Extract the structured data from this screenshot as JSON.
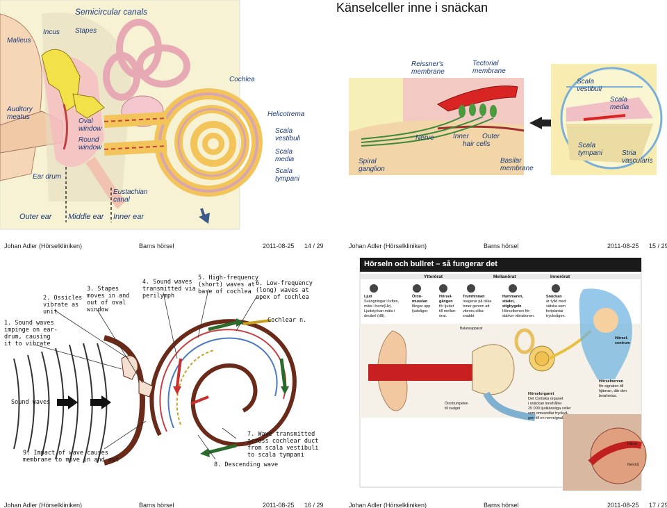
{
  "slides": [
    {
      "title": "",
      "labels": {
        "semicircular": "Semicircular canals",
        "malleus": "Malleus",
        "incus": "Incus",
        "stapes": "Stapes",
        "cochlea": "Cochlea",
        "auditory": "Auditory",
        "meatus": "meatus",
        "oval": "Oval",
        "window1": "window",
        "round": "Round",
        "window2": "window",
        "helicotrema": "Helicotrema",
        "scala_v1": "Scala",
        "scala_v2": "vestibuli",
        "scala_m1": "Scala",
        "scala_m2": "media",
        "scala_t1": "Scala",
        "scala_t2": "tympani",
        "eardrum": "Ear drum",
        "eustachian1": "Eustachian",
        "eustachian2": "canal",
        "outer": "Outer ear",
        "middle": "Middle ear",
        "inner": "Inner ear"
      },
      "footer": {
        "author": "Johan Adler (Hörselkliniken)",
        "course": "Barns hörsel",
        "date": "2011-08-25",
        "page": "14 / 29"
      }
    },
    {
      "title": "Känselceller inne i snäckan",
      "labels": {
        "reissner1": "Reissner's",
        "reissner2": "membrane",
        "tectorial1": "Tectorial",
        "tectorial2": "membrane",
        "scala_v1": "Scala",
        "scala_v2": "vestibuli",
        "scala_m1": "Scala",
        "scala_m2": "media",
        "nerve": "Nerve",
        "inner": "Inner",
        "outer": "Outer",
        "haircells": "hair cells",
        "scala_t1": "Scala",
        "scala_t2": "tympani",
        "stria1": "Stria",
        "stria2": "vascularis",
        "spiral1": "Spiral",
        "spiral2": "ganglion",
        "basilar1": "Basilar",
        "basilar2": "membrane"
      },
      "footer": {
        "author": "Johan Adler (Hörselkliniken)",
        "course": "Barns hörsel",
        "date": "2011-08-25",
        "page": "15 / 29"
      }
    },
    {
      "labels": {
        "s1a": "1. Sound waves",
        "s1b": "impinge on ear-",
        "s1c": "drum, causing",
        "s1d": "it to vibrate",
        "s2a": "2. Ossicles",
        "s2b": "vibrate as",
        "s2c": "unit",
        "s3a": "3. Stapes",
        "s3b": "moves in and",
        "s3c": "out of oval",
        "s3d": "window",
        "s4a": "4. Sound waves",
        "s4b": "transmitted via",
        "s4c": "perilymph",
        "s5a": "5. High-frequency",
        "s5b": "(short) waves at",
        "s5c": "base of cochlea",
        "s6a": "6. Low-frequency",
        "s6b": "(long) waves at",
        "s6c": "apex of cochlea",
        "cochlear": "Cochlear n.",
        "soundwaves": "Sound waves",
        "s7a": "7. Wave transmitted",
        "s7b": "across cochlear duct",
        "s7c": "from scala vestibuli",
        "s7d": "to scala tympani",
        "s8": "8. Descending wave",
        "s9a": "9. Impact of wave causes",
        "s9b": "membrane to move in and out"
      },
      "footer": {
        "author": "Johan Adler (Hörselkliniken)",
        "course": "Barns hörsel",
        "date": "2011-08-25",
        "page": "16 / 29"
      }
    },
    {
      "labels": {
        "poster_title": "Hörseln och bullret – så fungerar det",
        "ytteroret": "Ytterörat",
        "mellanoret": "Mellanörat",
        "inneroret": "Innerörat",
        "c1_head": "Ljud",
        "c1_a": "Svängningar i luften,",
        "c1_b": "mäts i hertz(Hz).",
        "c1_c": "Ljudstyrkan mäts i",
        "c1_d": "decibel (dB).",
        "c2_head": "Öron-",
        "c2_head2": "musslan",
        "c2_a": "fångar upp",
        "c2_b": "ljudvågor.",
        "c3_head": "Hörsel-",
        "c3_head2": "gången",
        "c3_a": "för ljudet",
        "c3_b": "till mellan-",
        "c3_c": "örat.",
        "c4_head": "Trumhinnan",
        "c4_a": "reagerar på olika",
        "c4_b": "toner genom att",
        "c4_c": "vibrera olika",
        "c4_d": "snabbt",
        "c5_head": "Hammaren,",
        "c5_head2": "städet,",
        "c5_head3": "stigbygeln",
        "c5_a": "Hörselbenen för-",
        "c5_b": "stärker vibrationen.",
        "c6_head": "Snäckan",
        "c6_a": "är fylld med",
        "c6_b": "vätska som",
        "c6_c": "fortplantar",
        "c6_d": "tryckvågen.",
        "balans": "Balansapparat",
        "oronskpt1": "Örontrumpeten",
        "oronskpt2": "till svalget",
        "c7_head": "Hörselorganet",
        "c7_a": "Det Cortiska organet",
        "c7_b": "i snäckan innehåller",
        "c7_c": "25 000 ljudkänsliga celler",
        "c7_d": "som omvandlar tryckvå-",
        "c7_e": "gen till en nervsignal.",
        "c8_head": "Hörselnerven",
        "c8_a": "för signalen till",
        "c8_b": "hjärnan, där den",
        "c8_c": "bearbetas.",
        "c9_head": "Hörsel-",
        "c9_head2": "centrum",
        "harceller": "Hårcel",
        "nervtr": "Nervtrå"
      },
      "footer": {
        "author": "Johan Adler (Hörselkliniken)",
        "course": "Barns hörsel",
        "date": "2011-08-25",
        "page": "17 / 29"
      }
    }
  ]
}
